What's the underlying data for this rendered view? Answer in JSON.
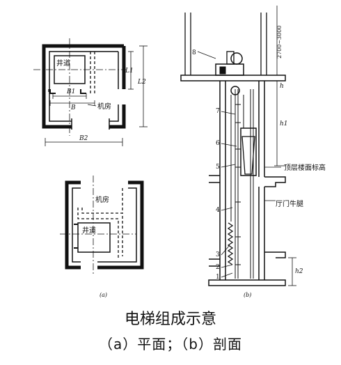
{
  "plan_view": {
    "label_shaft": "井道",
    "label_machine_room": "机房",
    "dim_b1": "B1",
    "dim_b": "B",
    "dim_b2": "B2",
    "dim_l1": "L1",
    "dim_l2": "L2",
    "sub_label": "(a)"
  },
  "plan_view_lower": {
    "label_machine_room": "机房",
    "label_shaft": "井道"
  },
  "section_view": {
    "label_top_floor": "顶层楼面标高",
    "label_hall_door": "厅门牛腿",
    "dim_top": "2700~3000",
    "dim_h": "h",
    "dim_h1": "h1",
    "dim_h2": "h2",
    "callouts": [
      "1",
      "2",
      "3",
      "4",
      "5",
      "6",
      "7",
      "8"
    ],
    "sub_label": "(b)"
  },
  "caption": {
    "title": "电梯组成示意",
    "subtitle": "（a）平面；（b）剖面"
  }
}
